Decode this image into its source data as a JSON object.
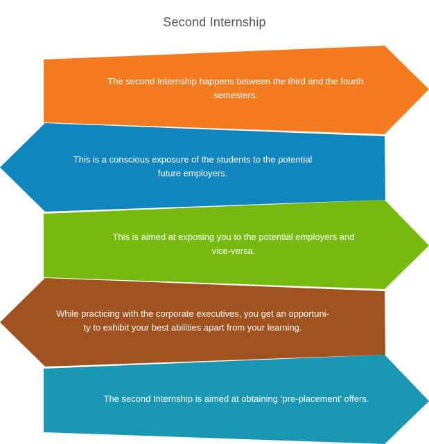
{
  "title": "Second Internship",
  "steps": [
    {
      "text": "The second Internship happens between the third and the fourth\nsemesters.",
      "color": "#f47b20",
      "direction": "right"
    },
    {
      "text": "This is a conscious exposure of the students to the potential\nfuture employers.",
      "color": "#1086bf",
      "direction": "left"
    },
    {
      "text": "This is aimed at exposing you to the potential employers and\nvice-versa.",
      "color": "#76b90f",
      "direction": "right"
    },
    {
      "text": "While practicing with the corporate executives, you get an opportuni-\nty to exhibit your best abilities apart from your learning.",
      "color": "#a0521f",
      "direction": "left"
    },
    {
      "text": "The second Internship is aimed at obtaining ‘pre-placement’ offers.",
      "color": "#1a97b3",
      "direction": "right"
    }
  ]
}
